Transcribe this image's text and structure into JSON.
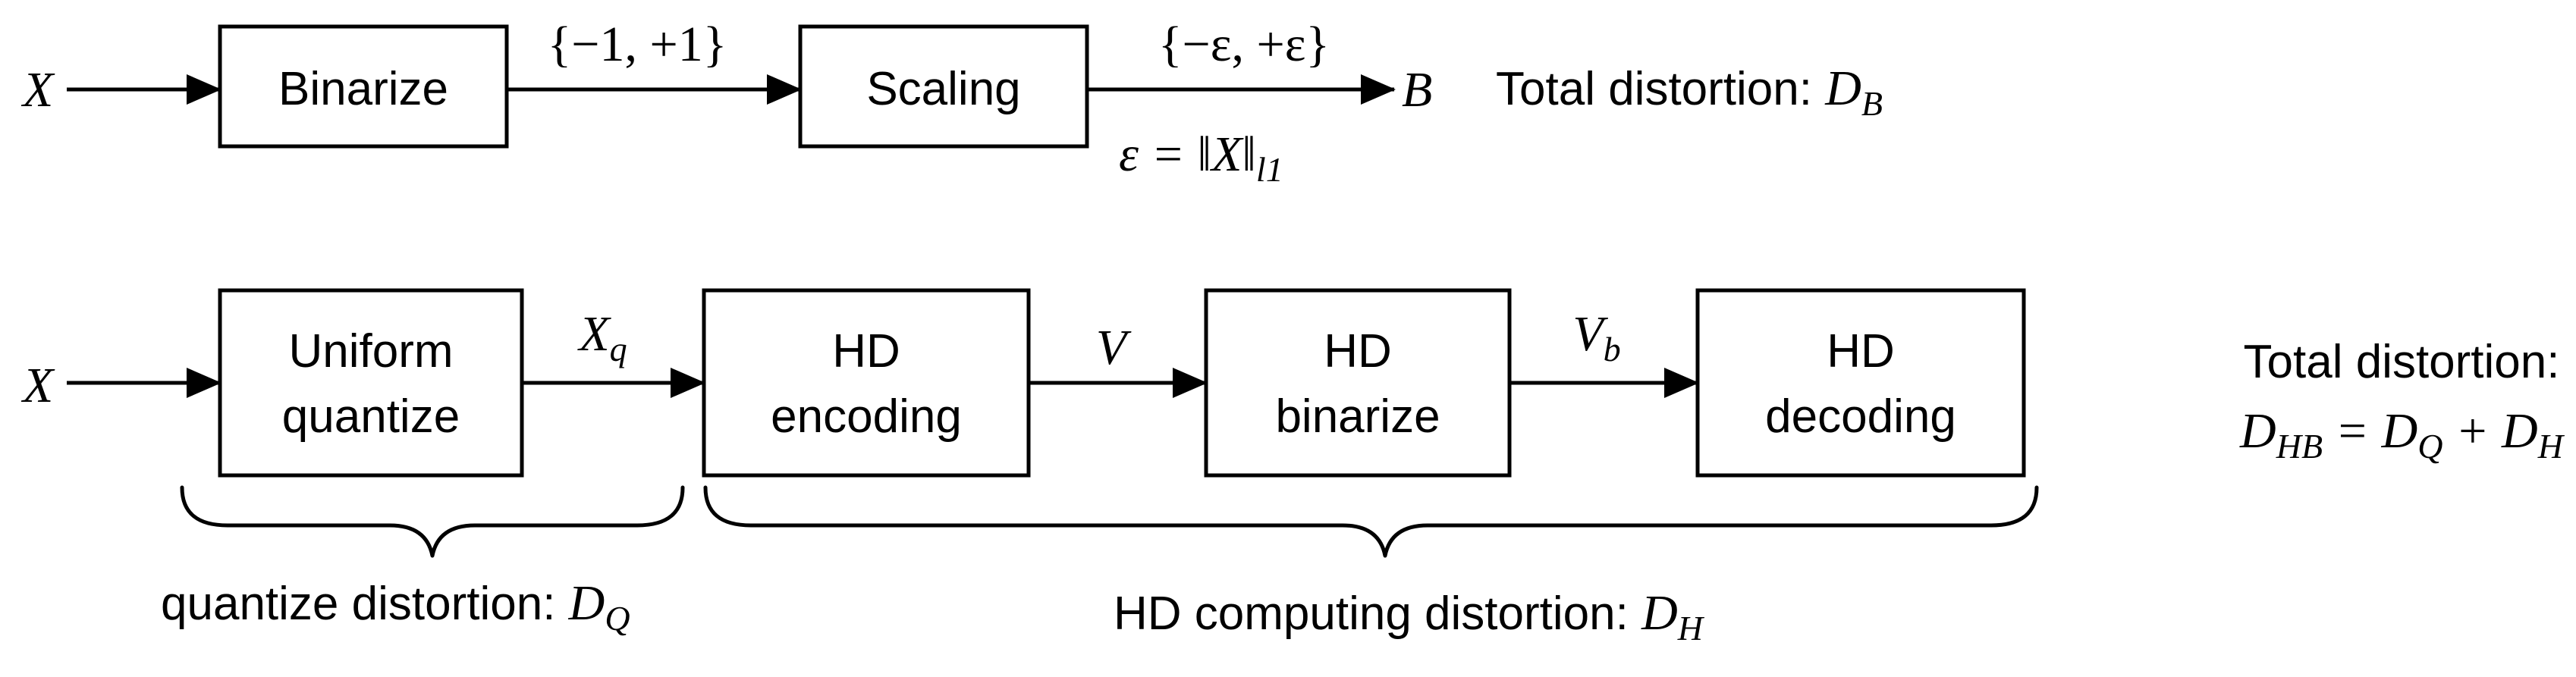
{
  "top_row": {
    "input": "X",
    "binarize_box": "Binarize",
    "binarize_out": "{−1, +1}",
    "scaling_box": "Scaling",
    "scaling_out": "{−ε, +ε}",
    "output": "B",
    "epsilon_def": {
      "lhs": "ε = ‖X‖",
      "sub": "l1"
    },
    "distortion_label": "Total distortion: ",
    "distortion_symbol": {
      "base": "D",
      "sub": "B"
    }
  },
  "bottom_row": {
    "input": "X",
    "quantize_box": [
      "Uniform",
      "quantize"
    ],
    "quantize_out": {
      "base": "X",
      "sub": "q"
    },
    "encoding_box": [
      "HD",
      "encoding"
    ],
    "encoding_out": "V",
    "binarize_box": [
      "HD",
      "binarize"
    ],
    "binarize_out": {
      "base": "V",
      "sub": "b"
    },
    "decoding_box": [
      "HD",
      "decoding"
    ],
    "total_distortion_label": "Total distortion:",
    "total_distortion_eq": {
      "d1": "D",
      "d1_sub": "HB",
      "eq": " = ",
      "d2": "D",
      "d2_sub": "Q",
      "plus": " + ",
      "d3": "D",
      "d3_sub": "H"
    }
  },
  "braces": {
    "quantize_label": "quantize distortion: ",
    "quantize_symbol": {
      "base": "D",
      "sub": "Q"
    },
    "hd_label": "HD computing distortion: ",
    "hd_symbol": {
      "base": "D",
      "sub": "H"
    }
  }
}
